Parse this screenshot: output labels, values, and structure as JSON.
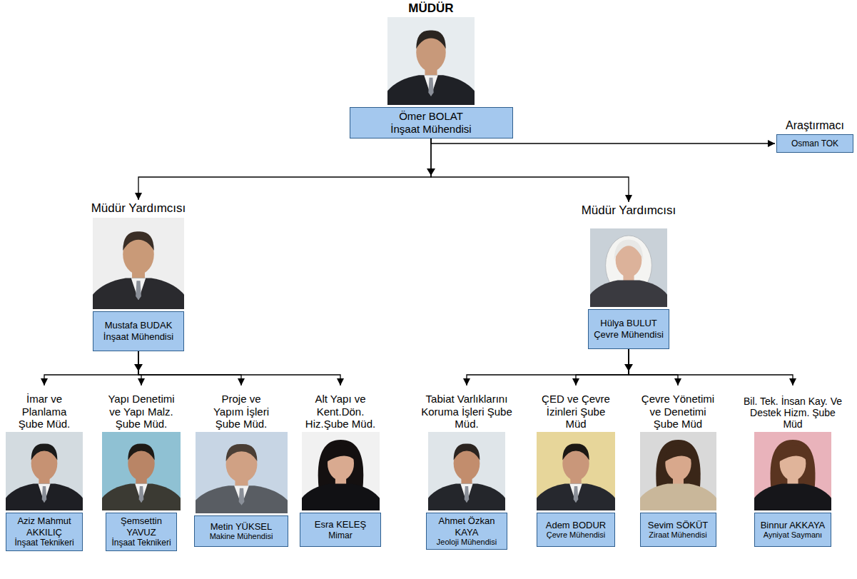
{
  "diagram": {
    "nodes": [
      {
        "text": [
          "MÜDÜR",
          "Ömer BOLAT",
          "İnşaat Mühendisi"
        ]
      },
      {
        "text": [
          "Araştırmacı",
          "Osman TOK"
        ]
      },
      {
        "text": [
          "Müdür Yardımcısı",
          "Mustafa BUDAK",
          "İnşaat Mühendisi"
        ]
      },
      {
        "text": [
          "Müdür Yardımcısı",
          "Hülya BULUT",
          "Çevre Mühendisi"
        ]
      },
      {
        "text": [
          "İmar ve Planlama Şube Müd.",
          "Aziz Mahmut AKKILIÇ",
          "İnşaat Teknikeri"
        ]
      },
      {
        "text": [
          "Yapı Denetimi ve Yapı Malz. Şube Müd.",
          "Şemsettin YAVUZ",
          "İnşaat Teknikeri"
        ]
      },
      {
        "text": [
          "Proje ve Yapım İşleri Şube Müd.",
          "Metin YÜKSEL",
          "Makine Mühendisi"
        ]
      },
      {
        "text": [
          "Alt Yapı ve Kent.Dön. Hiz.Şube Müd.",
          "Esra KELEŞ",
          "Mimar"
        ]
      },
      {
        "text": [
          "Tabiat Varlıklarını Koruma İşleri Şube Müd.",
          "Ahmet Özkan KAYA",
          "Jeoloji Mühendisi"
        ]
      },
      {
        "text": [
          "ÇED ve Çevre İzinleri Şube Müd",
          "Adem BODUR",
          "Çevre Mühendisi"
        ]
      },
      {
        "text": [
          "Çevre Yönetimi ve Denetimi Şube Müd",
          "Sevim SÖKÜT",
          "Ziraat Mühendisi"
        ]
      },
      {
        "text": [
          "Bil. Tek. İnsan Kay. Ve Destek Hizm. Şube Müd",
          "Binnur AKKAYA",
          "Ayniyat Saymanı"
        ]
      }
    ],
    "edges": [
      {
        "from": 0,
        "to": 1,
        "arrow": "to"
      },
      {
        "from": 0,
        "to": 2,
        "arrow": "to"
      },
      {
        "from": 0,
        "to": 3,
        "arrow": "to"
      },
      {
        "from": 2,
        "to": 4,
        "arrow": "to"
      },
      {
        "from": 2,
        "to": 5,
        "arrow": "to"
      },
      {
        "from": 2,
        "to": 6,
        "arrow": "to"
      },
      {
        "from": 2,
        "to": 7,
        "arrow": "to"
      },
      {
        "from": 3,
        "to": 8,
        "arrow": "to"
      },
      {
        "from": 3,
        "to": 9,
        "arrow": "to"
      },
      {
        "from": 3,
        "to": 10,
        "arrow": "to"
      },
      {
        "from": 3,
        "to": 11,
        "arrow": "to"
      }
    ]
  }
}
